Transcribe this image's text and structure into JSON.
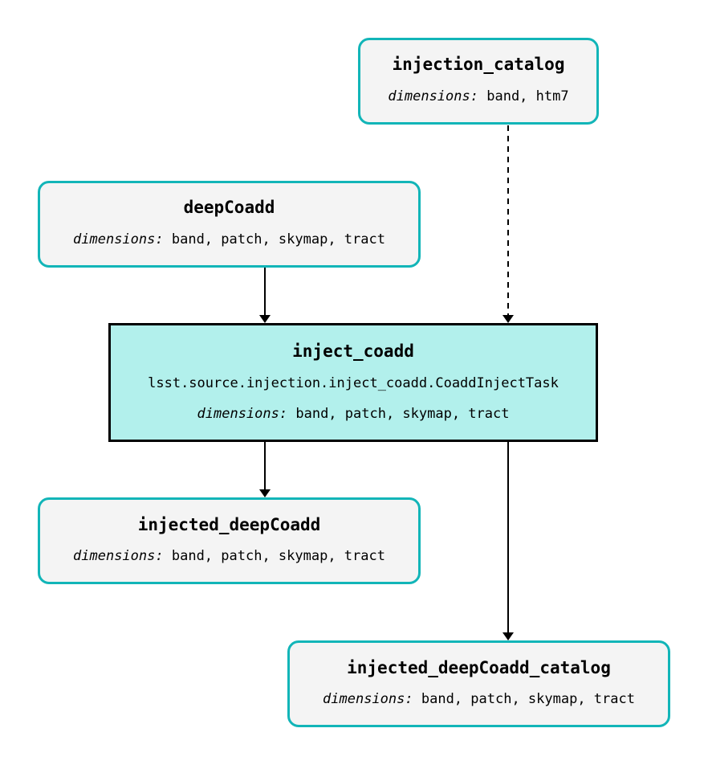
{
  "nodes": {
    "injection_catalog": {
      "title": "injection_catalog",
      "dimensions_label": "dimensions:",
      "dimensions": "band, htm7"
    },
    "deepCoadd": {
      "title": "deepCoadd",
      "dimensions_label": "dimensions:",
      "dimensions": "band, patch, skymap, tract"
    },
    "inject_coadd": {
      "title": "inject_coadd",
      "task_class": "lsst.source.injection.inject_coadd.CoaddInjectTask",
      "dimensions_label": "dimensions:",
      "dimensions": "band, patch, skymap, tract"
    },
    "injected_deepCoadd": {
      "title": "injected_deepCoadd",
      "dimensions_label": "dimensions:",
      "dimensions": "band, patch, skymap, tract"
    },
    "injected_deepCoadd_catalog": {
      "title": "injected_deepCoadd_catalog",
      "dimensions_label": "dimensions:",
      "dimensions": "band, patch, skymap, tract"
    }
  },
  "edges": [
    {
      "from": "deepCoadd",
      "to": "inject_coadd",
      "style": "solid"
    },
    {
      "from": "injection_catalog",
      "to": "inject_coadd",
      "style": "dashed"
    },
    {
      "from": "inject_coadd",
      "to": "injected_deepCoadd",
      "style": "solid"
    },
    {
      "from": "inject_coadd",
      "to": "injected_deepCoadd_catalog",
      "style": "solid"
    }
  ],
  "colors": {
    "dataset_border": "#12b5b8",
    "dataset_fill": "#f4f4f4",
    "task_fill": "#b2f0ec",
    "task_border": "#000000",
    "edge": "#000000"
  }
}
